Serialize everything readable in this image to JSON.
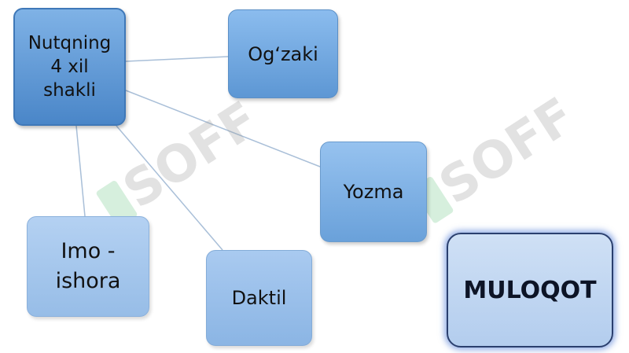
{
  "nodes": {
    "main": {
      "lines": [
        "Nutqning",
        "4 xil",
        "shakli"
      ]
    },
    "ogzaki": {
      "label": "Og‘zaki"
    },
    "yozma": {
      "label": "Yozma"
    },
    "imo": {
      "lines": [
        "Imo -",
        "ishora"
      ]
    },
    "daktil": {
      "label": "Daktil"
    },
    "muloqot": {
      "label": "MULOQOT"
    }
  },
  "watermark": {
    "text": "SOFF"
  }
}
